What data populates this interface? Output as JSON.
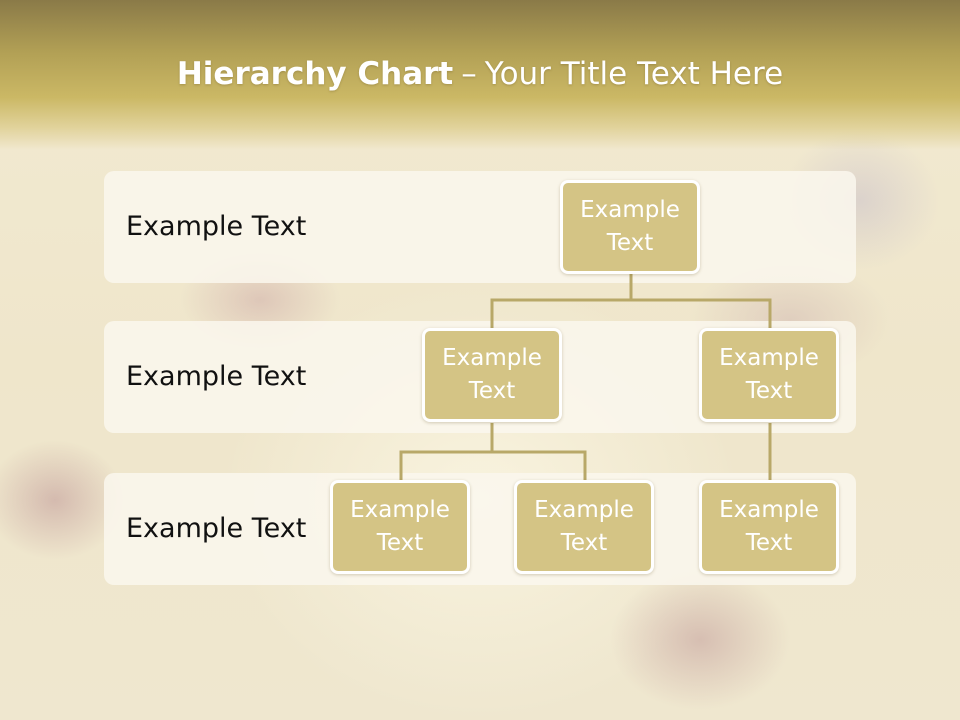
{
  "slide": {
    "title_bold": "Hierarchy Chart",
    "title_dash": "–",
    "title_rest": "Your Title Text Here"
  },
  "levels": [
    {
      "label": "Example Text"
    },
    {
      "label": "Example Text"
    },
    {
      "label": "Example Text"
    }
  ],
  "nodes": {
    "root": {
      "text": "Example Text"
    },
    "level2_left": {
      "text": "Example Text"
    },
    "level2_right": {
      "text": "Example Text"
    },
    "level3_left": {
      "text": "Example Text"
    },
    "level3_middle": {
      "text": "Example Text"
    },
    "level3_right": {
      "text": "Example Text"
    }
  },
  "colors": {
    "node_fill": "#d4c485",
    "node_border": "#ffffff",
    "connector": "#b8a868",
    "header_band": "#c6b462"
  }
}
